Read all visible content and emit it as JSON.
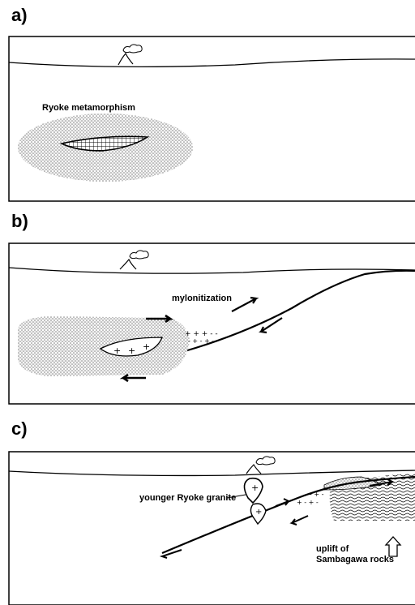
{
  "panels": {
    "a": {
      "label": "a)",
      "annotations": {
        "metamorphism": "Ryoke metamorphism"
      }
    },
    "b": {
      "label": "b)",
      "annotations": {
        "mylonitization": "mylonitization"
      }
    },
    "c": {
      "label": "c)",
      "annotations": {
        "granite": "younger Ryoke granite",
        "uplift_line1": "uplift of",
        "uplift_line2": "Sambagawa rocks"
      }
    }
  }
}
